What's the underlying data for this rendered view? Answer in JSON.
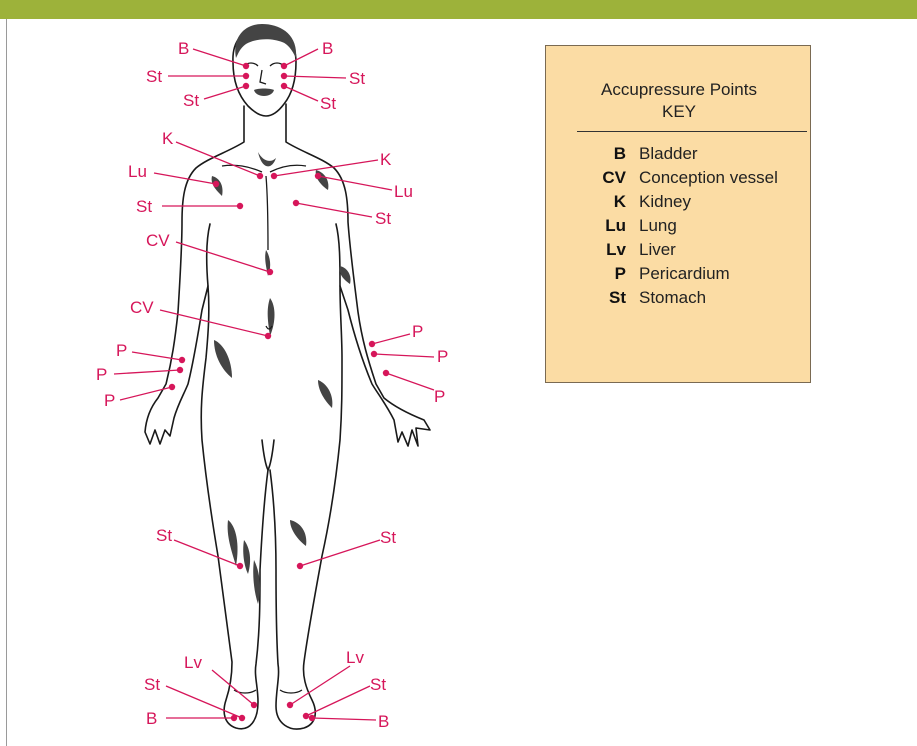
{
  "colors": {
    "header_bar": "#9db23a",
    "point": "#d6165a",
    "key_bg": "#fbdca4",
    "body_outline": "#1a1a1a",
    "body_shading": "#444444"
  },
  "point_labels": {
    "head_b_left": "B",
    "head_b_right": "B",
    "head_st_left_1": "St",
    "head_st_right_1": "St",
    "head_st_left_2": "St",
    "head_st_right_2": "St",
    "chest_k_left": "K",
    "chest_k_right": "K",
    "chest_lu_left": "Lu",
    "chest_lu_right": "Lu",
    "chest_st_left": "St",
    "chest_st_right": "St",
    "abdomen_cv_upper": "CV",
    "abdomen_cv_lower": "CV",
    "wrist_p_left_1": "P",
    "wrist_p_left_2": "P",
    "wrist_p_left_3": "P",
    "wrist_p_right_1": "P",
    "wrist_p_right_2": "P",
    "wrist_p_right_3": "P",
    "knee_st_left": "St",
    "knee_st_right": "St",
    "foot_lv_left": "Lv",
    "foot_lv_right": "Lv",
    "foot_st_left": "St",
    "foot_st_right": "St",
    "foot_b_left": "B",
    "foot_b_right": "B"
  },
  "key": {
    "title": "Accupressure Points",
    "subtitle": "KEY",
    "entries": [
      {
        "abbr": "B",
        "name": "Bladder"
      },
      {
        "abbr": "CV",
        "name": "Conception vessel"
      },
      {
        "abbr": "K",
        "name": "Kidney"
      },
      {
        "abbr": "Lu",
        "name": "Lung"
      },
      {
        "abbr": "Lv",
        "name": "Liver"
      },
      {
        "abbr": "P",
        "name": "Pericardium"
      },
      {
        "abbr": "St",
        "name": "Stomach"
      }
    ]
  }
}
